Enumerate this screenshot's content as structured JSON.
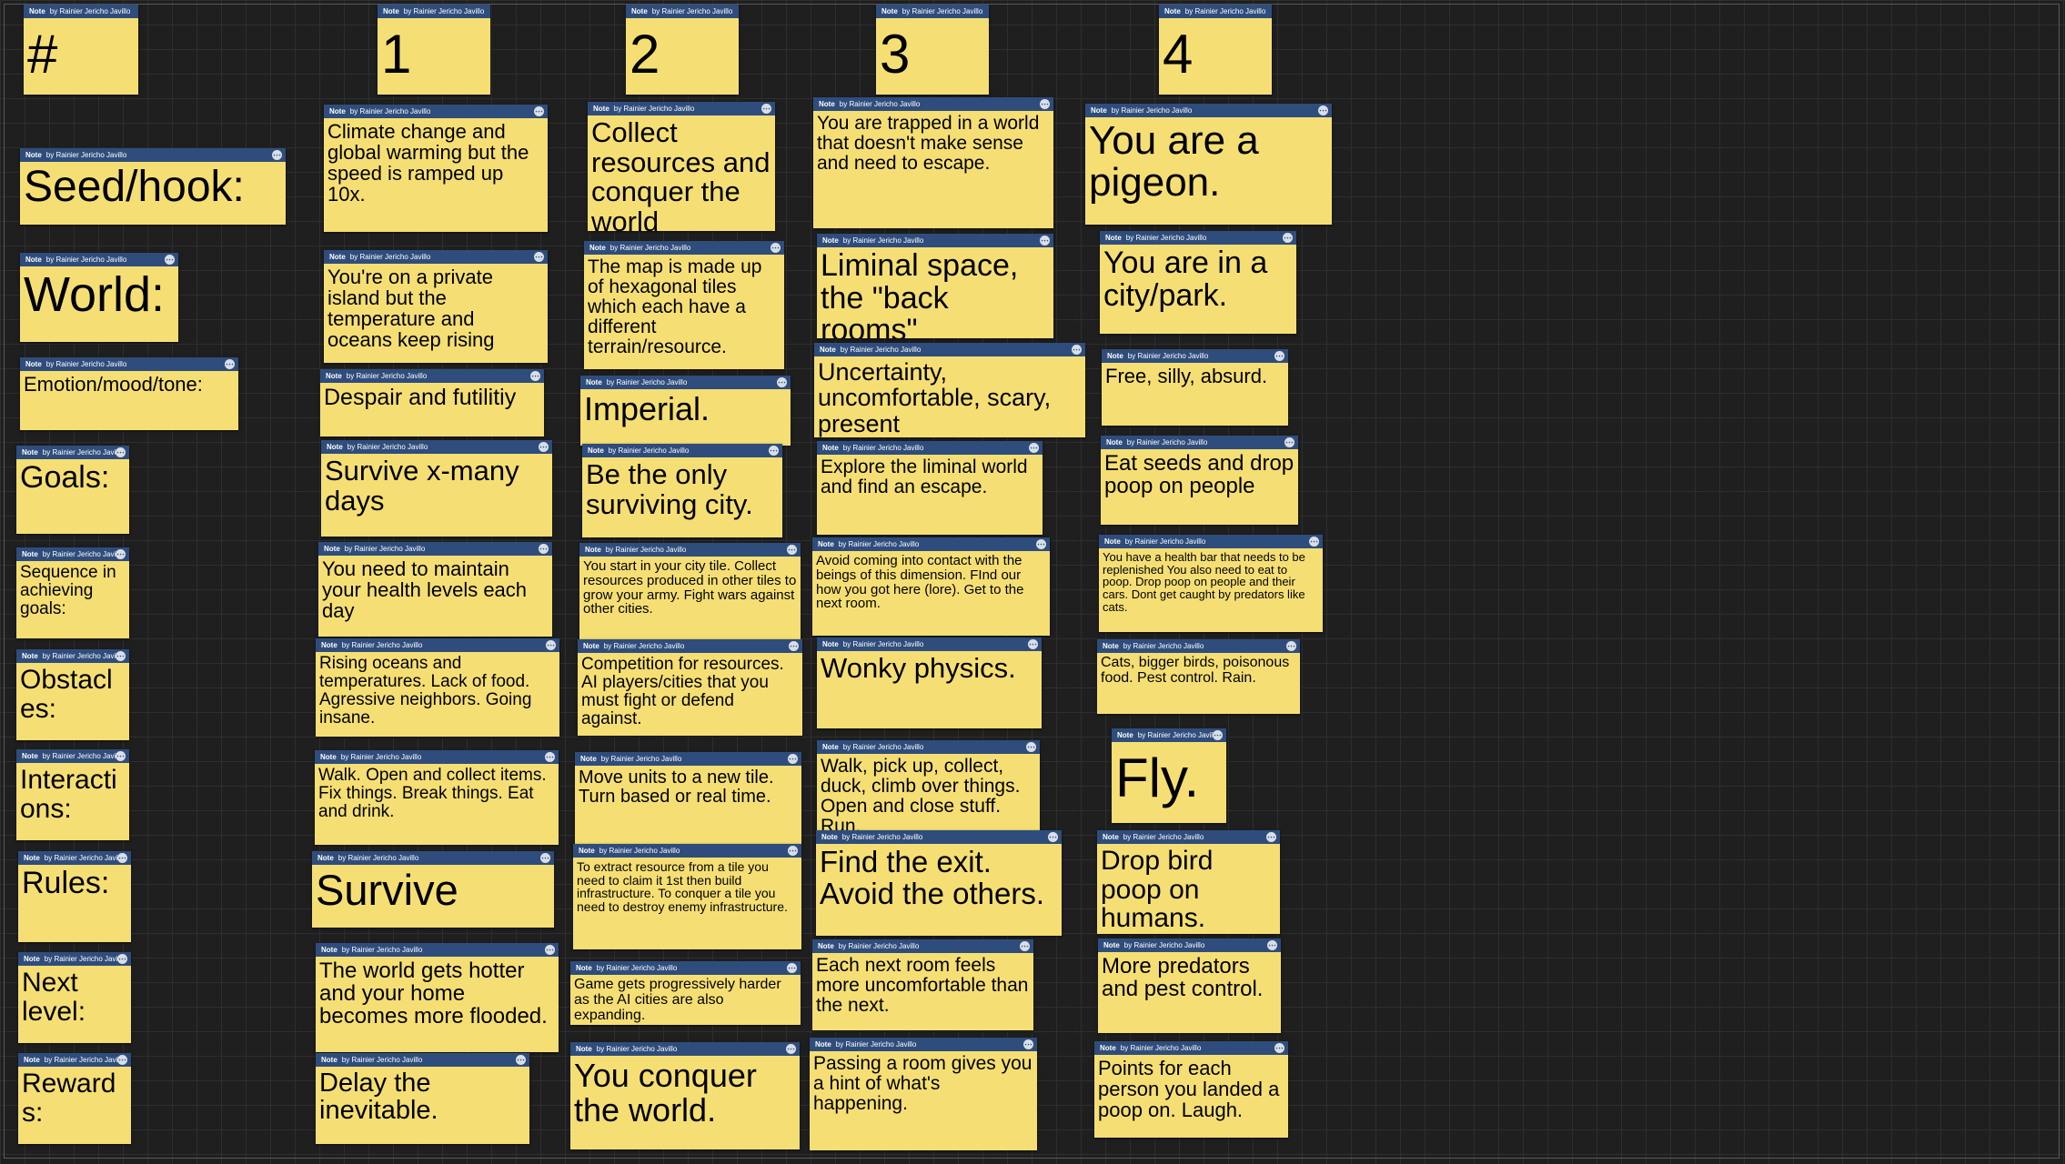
{
  "board": {
    "title": "Game design board"
  },
  "note_kind": "Note",
  "author": "by Rainier Jericho Javillo",
  "menu_glyph": "⋯",
  "colors": {
    "canvas": "#1f1f1f",
    "note_fill": "#f5df74",
    "note_header": "#2f4d7c"
  },
  "notes": [
    {
      "text": "#",
      "column": "row-labels"
    },
    {
      "text": "1",
      "column": "concept-1"
    },
    {
      "text": "2",
      "column": "concept-2"
    },
    {
      "text": "3",
      "column": "concept-3"
    },
    {
      "text": "4",
      "column": "concept-4"
    },
    {
      "text": "Seed/hook:",
      "column": "row-labels"
    },
    {
      "text": "World:",
      "column": "row-labels"
    },
    {
      "text": "Emotion/mood/tone:",
      "column": "row-labels"
    },
    {
      "text": "Goals:",
      "column": "row-labels"
    },
    {
      "text": "Sequence in achieving goals:",
      "column": "row-labels"
    },
    {
      "text": "Obstacles:",
      "column": "row-labels"
    },
    {
      "text": "Interactions:",
      "column": "row-labels"
    },
    {
      "text": "Rules:",
      "column": "row-labels"
    },
    {
      "text": "Next level:",
      "column": "row-labels"
    },
    {
      "text": "Rewards:",
      "column": "row-labels"
    },
    {
      "text": "Climate change and global warming but the speed is ramped up 10x.",
      "column": "concept-1"
    },
    {
      "text": "You're on a private island but the temperature and oceans keep rising",
      "column": "concept-1"
    },
    {
      "text": "Despair and futilitiy",
      "column": "concept-1"
    },
    {
      "text": "Survive x-many days",
      "column": "concept-1"
    },
    {
      "text": "You need to maintain your health levels each day",
      "column": "concept-1"
    },
    {
      "text": "Rising oceans and temperatures. Lack of food. Agressive neighbors. Going insane.",
      "column": "concept-1"
    },
    {
      "text": "Walk. Open and collect items. Fix things. Break things. Eat and drink.",
      "column": "concept-1"
    },
    {
      "text": "Survive",
      "column": "concept-1"
    },
    {
      "text": "The world gets hotter and your home becomes more flooded.",
      "column": "concept-1"
    },
    {
      "text": "Delay the inevitable.",
      "column": "concept-1"
    },
    {
      "text": "Collect resources and conquer the world",
      "column": "concept-2"
    },
    {
      "text": "The map is made up of hexagonal tiles which each have a different terrain/resource.",
      "column": "concept-2"
    },
    {
      "text": "Imperial.",
      "column": "concept-2"
    },
    {
      "text": "Be the only surviving city.",
      "column": "concept-2"
    },
    {
      "text": "You start in your city tile. Collect resources produced in other tiles to grow your army. Fight wars against other cities.",
      "column": "concept-2"
    },
    {
      "text": "Competition for resources. AI players/cities that you must fight or defend against.",
      "column": "concept-2"
    },
    {
      "text": "Move units to a new tile. Turn based or real time.",
      "column": "concept-2"
    },
    {
      "text": "To extract resource from a tile you need to claim it 1st then build infrastructure. To conquer a tile you need to destroy enemy infrastructure.",
      "column": "concept-2"
    },
    {
      "text": "Game gets progressively harder as the AI cities are also expanding.",
      "column": "concept-2"
    },
    {
      "text": "You conquer the world.",
      "column": "concept-2"
    },
    {
      "text": "You are trapped in a world that doesn't make sense and need to escape.",
      "column": "concept-3"
    },
    {
      "text": "Liminal space, the \"back rooms\"",
      "column": "concept-3"
    },
    {
      "text": "Uncertainty, uncomfortable, scary, present",
      "column": "concept-3"
    },
    {
      "text": "Explore the liminal world and find an escape.",
      "column": "concept-3"
    },
    {
      "text": "Avoid coming into contact with the beings of this dimension. FInd our how you got here (lore). Get to the next room.",
      "column": "concept-3"
    },
    {
      "text": "Wonky physics.",
      "column": "concept-3"
    },
    {
      "text": "Walk, pick up, collect, duck, climb over things. Open and close stuff. Run.",
      "column": "concept-3"
    },
    {
      "text": "Find the exit. Avoid the others.",
      "column": "concept-3"
    },
    {
      "text": "Each next room feels more uncomfortable than the next.",
      "column": "concept-3"
    },
    {
      "text": "Passing a room gives you a hint of what's happening.",
      "column": "concept-3"
    },
    {
      "text": "You are a pigeon.",
      "column": "concept-4"
    },
    {
      "text": "You are in a city/park.",
      "column": "concept-4"
    },
    {
      "text": "Free, silly, absurd.",
      "column": "concept-4"
    },
    {
      "text": "Eat seeds and drop poop on people",
      "column": "concept-4"
    },
    {
      "text": "You have a health bar that needs to be replenished You also need to eat to poop. Drop poop on people and their cars. Dont get caught by predators like cats.",
      "column": "concept-4"
    },
    {
      "text": "Cats, bigger birds, poisonous food. Pest control. Rain.",
      "column": "concept-4"
    },
    {
      "text": "Fly.",
      "column": "concept-4"
    },
    {
      "text": "Drop bird poop on humans.",
      "column": "concept-4"
    },
    {
      "text": "More predators and pest control.",
      "column": "concept-4"
    },
    {
      "text": "Points for each person you landed a poop on. Laugh.",
      "column": "concept-4"
    }
  ]
}
